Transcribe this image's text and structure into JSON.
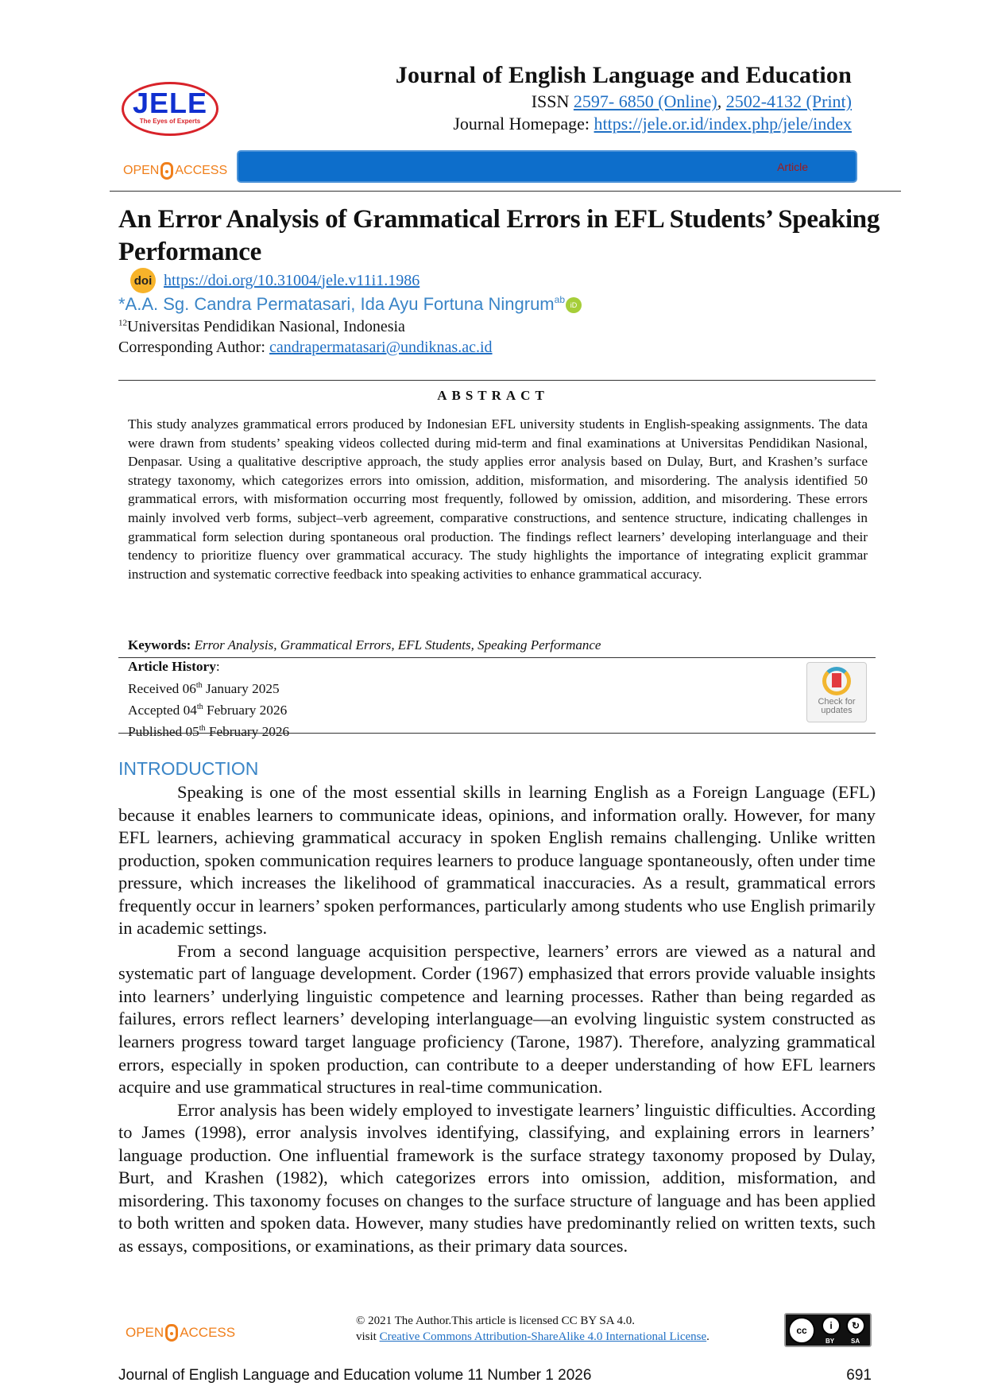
{
  "header": {
    "journal_title": "Journal of English Language and Education",
    "issn_prefix": "ISSN ",
    "issn_online": "2597- 6850 (Online)",
    "issn_sep": ", ",
    "issn_print": "2502-4132 (Print)",
    "homepage_label": "Journal Homepage: ",
    "homepage_url": "https://jele.or.id/index.php/jele/index",
    "logo_text": "JELE",
    "logo_tagline": "The Eyes of Experts",
    "open_access_left": "OPEN",
    "open_access_right": "ACCESS",
    "article_type": "Article"
  },
  "article": {
    "title": "An Error Analysis of Grammatical Errors in EFL Students’ Speaking Performance",
    "doi_icon": "doi",
    "doi_url": "https://doi.org/10.31004/jele.v11i1.1986",
    "authors": "*A.A. Sg. Candra Permatasari, Ida Ayu Fortuna Ningrum",
    "author_sup": "ab",
    "affiliation_sup": "12",
    "affiliation": "Universitas Pendidikan Nasional, Indonesia",
    "corresponding_label": "Corresponding Author: ",
    "corresponding_email": "candrapermatasari@undiknas.ac.id"
  },
  "abstract": {
    "heading": "ABSTRACT",
    "text": "This study analyzes grammatical errors produced by Indonesian EFL university students in English-speaking assignments. The data were drawn from students’ speaking videos collected during mid-term and final examinations at Universitas Pendidikan Nasional, Denpasar. Using a qualitative descriptive approach, the study applies error analysis based on Dulay, Burt, and Krashen’s surface strategy taxonomy, which categorizes errors into omission, addition, misformation, and misordering. The analysis identified 50 grammatical errors, with misformation occurring most frequently, followed by omission, addition, and misordering. These errors mainly involved verb forms, subject–verb agreement, comparative constructions, and sentence structure, indicating challenges in grammatical form selection during spontaneous oral production. The findings reflect learners’ developing interlanguage and their tendency to prioritize fluency over grammatical accuracy. The study highlights the importance of integrating explicit grammar instruction and systematic corrective feedback into speaking activities to enhance grammatical accuracy.",
    "keywords_label": "Keywords:",
    "keywords": "Error Analysis, Grammatical Errors, EFL Students, Speaking Performance"
  },
  "history": {
    "label": "Article History",
    "received": {
      "prefix": "Received 06",
      "sup": "th",
      "suffix": " January 2025"
    },
    "accepted": {
      "prefix": "Accepted 04",
      "sup": "th",
      "suffix": " February 2026"
    },
    "published": {
      "prefix": "Published 05",
      "sup": "th",
      "suffix": " February 2026"
    },
    "check_updates_1": "Check for",
    "check_updates_2": "updates"
  },
  "introduction": {
    "heading": "INTRODUCTION",
    "paragraphs": [
      "Speaking is one of the most essential skills in learning English as a Foreign Language (EFL) because it enables learners to communicate ideas, opinions, and information orally. However, for many EFL learners, achieving grammatical accuracy in spoken English remains challenging. Unlike written production, spoken communication requires learners to produce language spontaneously, often under time pressure, which increases the likelihood of grammatical inaccuracies. As a result, grammatical errors frequently occur in learners’ spoken performances, particularly among students who use English primarily in academic settings.",
      "From a second language acquisition perspective, learners’ errors are viewed as a natural and systematic part of language development. Corder (1967) emphasized that errors provide valuable insights into learners’ underlying linguistic competence and learning processes. Rather than being regarded as failures, errors reflect learners’ developing interlanguage—an evolving linguistic system constructed as learners progress toward target language proficiency (Tarone, 1987). Therefore, analyzing grammatical errors, especially in spoken production, can contribute to a deeper understanding of how EFL learners acquire and use grammatical structures in real-time communication.",
      "Error analysis has been widely employed to investigate learners’ linguistic difficulties. According to James (1998), error analysis involves identifying, classifying, and explaining errors in learners’ language production. One influential framework is the surface strategy taxonomy proposed by Dulay, Burt, and Krashen (1982), which categorizes errors into omission, addition, misformation, and misordering. This taxonomy focuses on changes to the surface structure of language and has been applied to both written and spoken data. However, many studies have predominantly relied on written texts, such as essays, compositions, or examinations, as their primary data sources."
    ]
  },
  "footer": {
    "license_line1": "© 2021 The Author.This article is licensed CC BY SA 4.0.",
    "license_visit": "visit ",
    "license_link": "Creative Commons Attribution-ShareAlike 4.0 International License",
    "license_end": ".",
    "cc_by": "BY",
    "cc_sa": "SA",
    "journal_info": "Journal of English Language and Education volume 11 Number 1 2026",
    "page_number": "691"
  }
}
